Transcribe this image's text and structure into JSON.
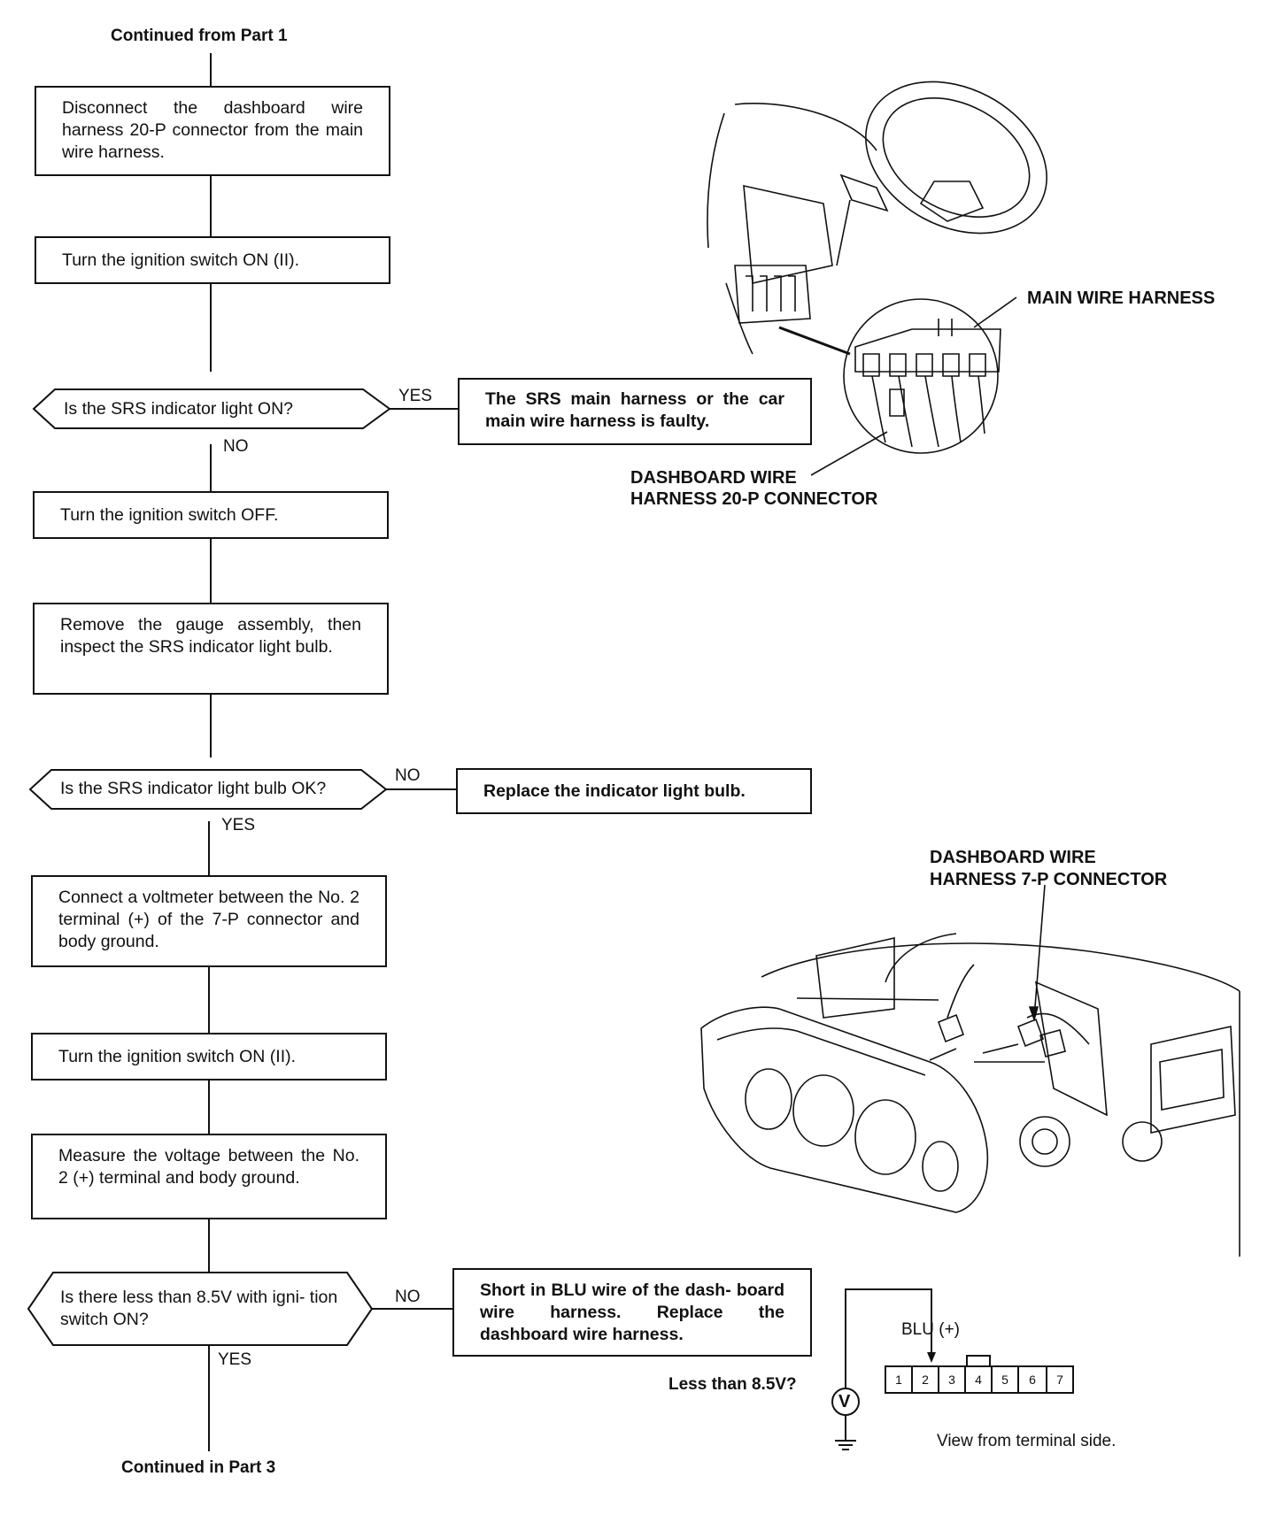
{
  "flow": {
    "start": "Continued from Part 1",
    "end": "Continued in Part 3",
    "steps": [
      "Disconnect the dashboard wire harness 20-P connector from the main wire harness.",
      "Turn the ignition switch ON (II).",
      "Turn the ignition switch OFF.",
      "Remove the gauge assembly, then inspect the SRS indicator light bulb.",
      "Connect a voltmeter between the No. 2 terminal (+) of the 7-P connector and body ground.",
      "Turn the ignition switch ON (II).",
      "Measure the voltage between the No. 2 (+) terminal and body ground."
    ],
    "decisions": [
      {
        "question": "Is the SRS indicator light ON?",
        "side_answer": "YES",
        "down_answer": "NO",
        "result": "The SRS main harness or the car main wire harness is faulty."
      },
      {
        "question": "Is the SRS indicator light bulb OK?",
        "side_answer": "NO",
        "down_answer": "YES",
        "result": "Replace the indicator light bulb."
      },
      {
        "question": "Is there less than 8.5V with igni- tion switch ON?",
        "side_answer": "NO",
        "down_answer": "YES",
        "result": "Short in BLU wire of the dash- board wire harness. Replace the dashboard wire harness."
      }
    ]
  },
  "illustrations": {
    "top": {
      "label_main": "MAIN WIRE HARNESS",
      "label_connector_line1": "DASHBOARD WIRE",
      "label_connector_line2": "HARNESS 20-P CONNECTOR"
    },
    "middle": {
      "label_line1": "DASHBOARD WIRE",
      "label_line2": "HARNESS 7-P CONNECTOR"
    },
    "bottom": {
      "wire_label": "BLU (+)",
      "meter_symbol": "V",
      "question": "Less than 8.5V?",
      "terminals": [
        "1",
        "2",
        "3",
        "4",
        "5",
        "6",
        "7"
      ],
      "caption": "View from terminal side."
    }
  },
  "colors": {
    "ink": "#111111",
    "paper": "#ffffff"
  }
}
